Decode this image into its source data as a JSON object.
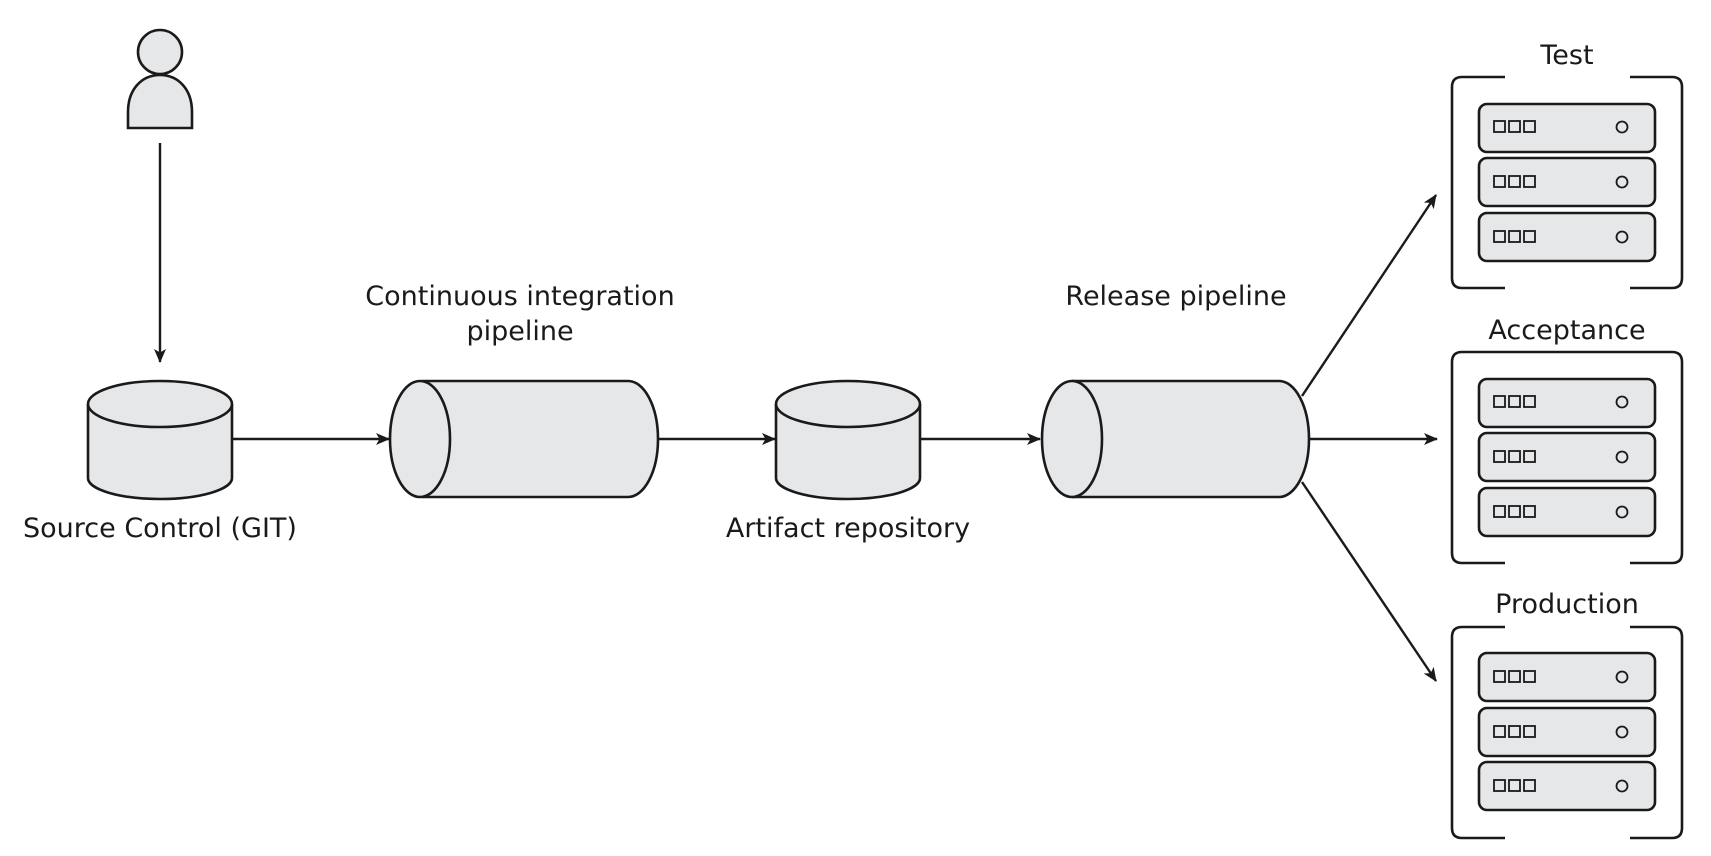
{
  "nodes": {
    "source_control": {
      "label": "Source Control (GIT)"
    },
    "ci_pipeline": {
      "label_line1": "Continuous integration",
      "label_line2": "pipeline"
    },
    "artifact_repo": {
      "label": "Artifact repository"
    },
    "release_pipeline": {
      "label": "Release pipeline"
    },
    "environments": [
      {
        "id": "test",
        "label": "Test"
      },
      {
        "id": "acceptance",
        "label": "Acceptance"
      },
      {
        "id": "production",
        "label": "Production"
      }
    ]
  },
  "icons": {
    "user": "user-icon",
    "database": "database-icon",
    "pipeline": "pipeline-cylinder-icon",
    "server_rack": "server-rack-icon"
  },
  "colors": {
    "fill": "#e6e7e8",
    "stroke": "#1a1a1a"
  }
}
